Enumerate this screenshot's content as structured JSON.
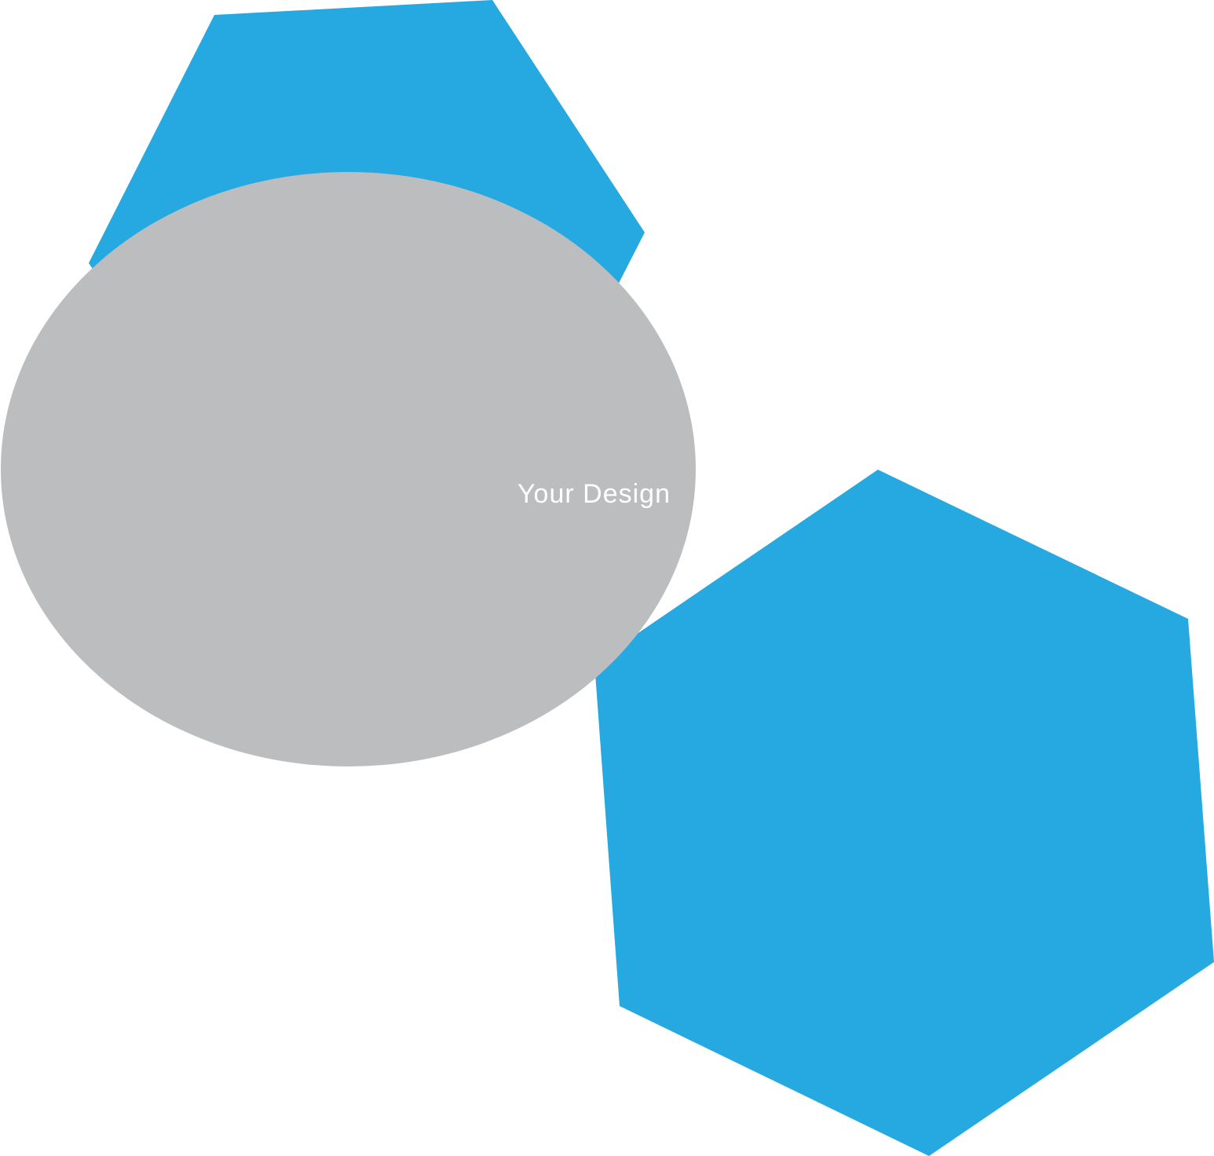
{
  "colors": {
    "background": "#ffffff",
    "hexagon_fill": "#26a9e0",
    "ellipse_fill": "#bcbdbf",
    "label_color": "#ffffff"
  },
  "shapes": {
    "top_hexagon": {
      "kind": "hexagon",
      "color_key": "hexagon_fill"
    },
    "bottom_hexagon": {
      "kind": "hexagon",
      "color_key": "hexagon_fill"
    },
    "ellipse": {
      "kind": "ellipse",
      "color_key": "ellipse_fill"
    }
  },
  "label": {
    "text": "Your Design"
  }
}
